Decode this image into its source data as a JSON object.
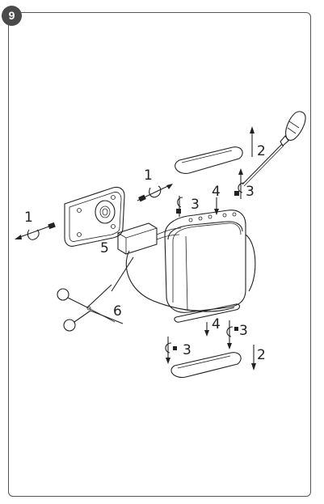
{
  "step": {
    "number": "9"
  },
  "labels": {
    "screw_left": "1",
    "screw_top": "1",
    "cover_top": "2",
    "screw_top_right": "3",
    "screw_mid": "3",
    "bracket_top": "4",
    "driver": "5",
    "cable": "6",
    "bracket_bottom": "4",
    "screw_bottom_right": "3",
    "screw_bottom_left": "3",
    "cover_bottom": "2"
  }
}
